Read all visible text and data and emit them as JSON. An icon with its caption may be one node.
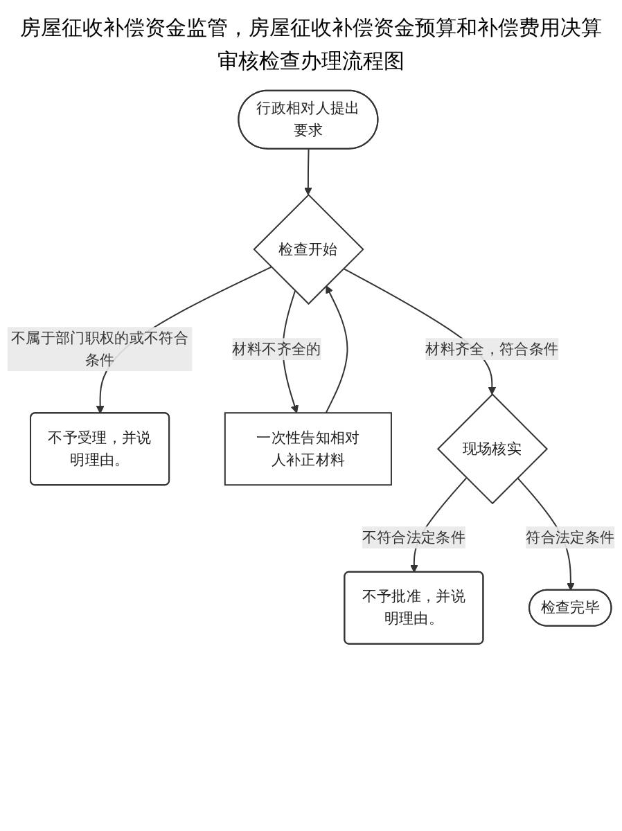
{
  "diagram": {
    "title": "房屋征收补偿资金监管，房屋征收补偿资金预算和补偿费用决算审核检查办理流程图",
    "nodes": [
      {
        "text": [
          "行政相对人提出要求"
        ]
      },
      {
        "text": [
          "检查开始"
        ]
      },
      {
        "text": [
          "不予受理，并说明理由。"
        ]
      },
      {
        "text": [
          "一次性告知相对人补正材料"
        ]
      },
      {
        "text": [
          "现场核实"
        ]
      },
      {
        "text": [
          "不予批准，并说明理由。"
        ]
      },
      {
        "text": [
          "检查完毕"
        ]
      }
    ],
    "edges": [
      {
        "from": 0,
        "to": 1,
        "arrow": "to"
      },
      {
        "from": 1,
        "to": 2,
        "arrow": "to",
        "label": "不属于部门职权的或不符合条件"
      },
      {
        "from": 1,
        "to": 3,
        "arrow": "to",
        "label": "材料不齐全的"
      },
      {
        "from": 3,
        "to": 1,
        "arrow": "to"
      },
      {
        "from": 1,
        "to": 4,
        "arrow": "to",
        "label": "材料齐全，符合条件"
      },
      {
        "from": 4,
        "to": 5,
        "arrow": "to",
        "label": "不符合法定条件"
      },
      {
        "from": 4,
        "to": 6,
        "arrow": "to",
        "label": "符合法定条件"
      }
    ]
  }
}
